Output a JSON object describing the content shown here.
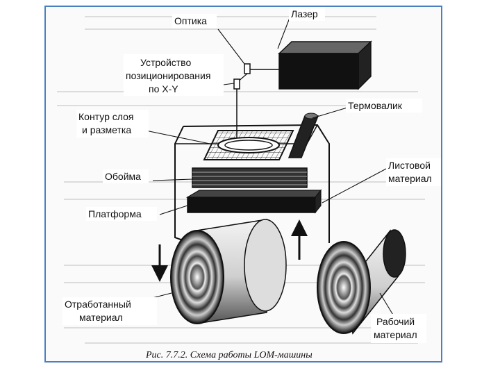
{
  "diagram": {
    "labels": {
      "optics": "Оптика",
      "laser": "Лазер",
      "positioner": [
        "Устройство",
        "позиционирования",
        "по X-Y"
      ],
      "thermo_roller": "Термовалик",
      "layer_contour": [
        "Контур слоя",
        "и разметка"
      ],
      "holder": "Обойма",
      "sheet_material": [
        "Листовой",
        "материал"
      ],
      "platform": "Платформа",
      "waste_material": [
        "Отработанный",
        "материал"
      ],
      "working_material": [
        "Рабочий",
        "материал"
      ]
    },
    "caption": "Рис. 7.7.2. Схема работы LOM-машины"
  },
  "colors": {
    "frame_border": "#4a7fc0",
    "ink": "#111111"
  }
}
